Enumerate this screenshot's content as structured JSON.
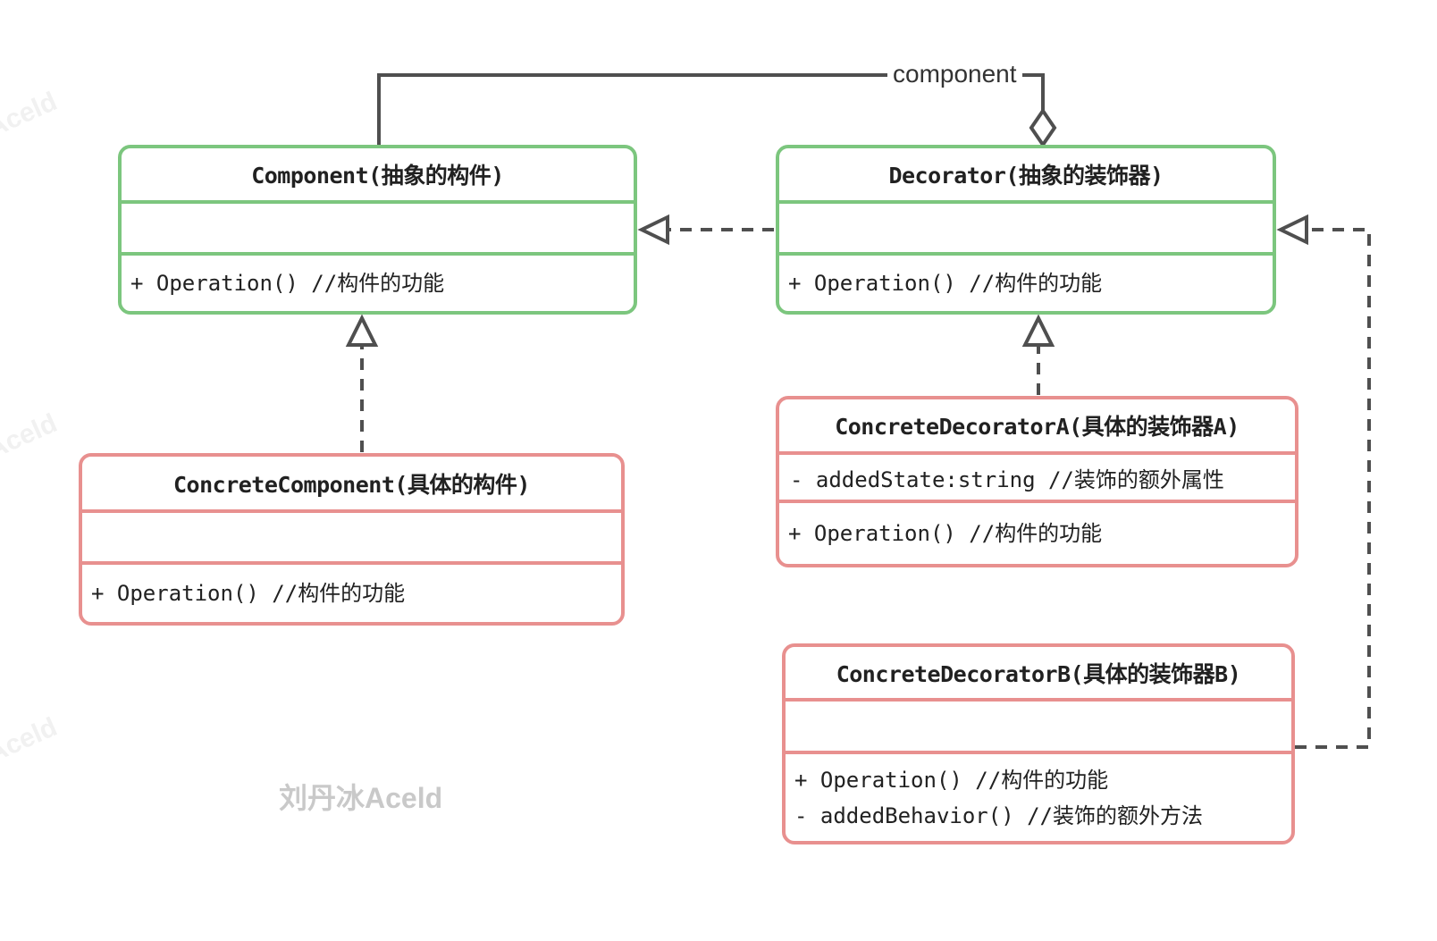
{
  "diagram": {
    "connectors": {
      "aggregation_label": "component"
    },
    "classes": [
      {
        "name": "Component",
        "kind": "abstract",
        "title": "Component(抽象的构件)",
        "attributes": [],
        "methods": [
          "+ Operation() //构件的功能"
        ]
      },
      {
        "name": "Decorator",
        "kind": "abstract",
        "title": "Decorator(抽象的装饰器)",
        "attributes": [],
        "methods": [
          "+ Operation() //构件的功能"
        ]
      },
      {
        "name": "ConcreteComponent",
        "kind": "concrete",
        "title": "ConcreteComponent(具体的构件)",
        "attributes": [],
        "methods": [
          "+ Operation() //构件的功能"
        ]
      },
      {
        "name": "ConcreteDecoratorA",
        "kind": "concrete",
        "title": "ConcreteDecoratorA(具体的装饰器A)",
        "attributes": [
          "- addedState:string //装饰的额外属性"
        ],
        "methods": [
          "+ Operation() //构件的功能"
        ]
      },
      {
        "name": "ConcreteDecoratorB",
        "kind": "concrete",
        "title": "ConcreteDecoratorB(具体的装饰器B)",
        "attributes": [],
        "methods": [
          "+ Operation() //构件的功能",
          "- addedBehavior() //装饰的额外方法"
        ]
      }
    ],
    "watermarks": {
      "author": "刘丹冰Aceld",
      "corner": "Aceld"
    },
    "colors": {
      "abstract_border": "#7cc67e",
      "concrete_border": "#e8908f",
      "connector": "#4f4f4f",
      "text": "#212121",
      "watermark": "#c9c9c9",
      "corner_watermark": "#f1f1f1"
    }
  }
}
